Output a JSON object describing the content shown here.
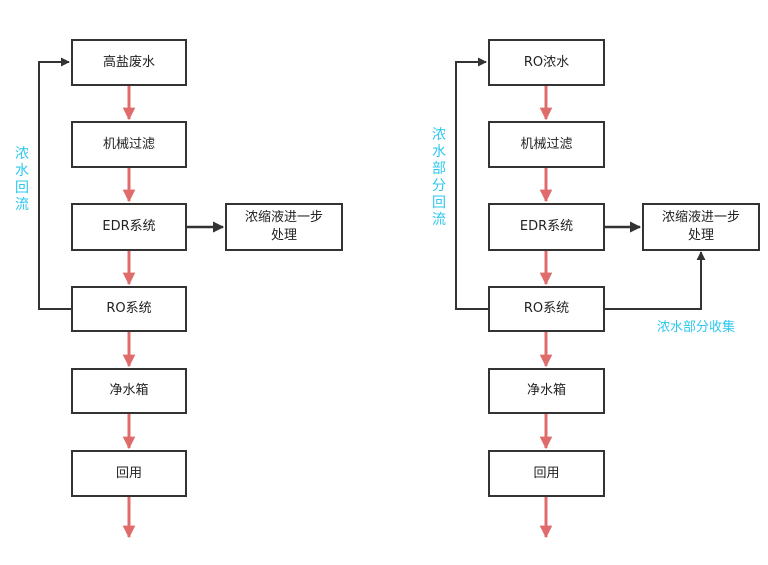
{
  "colors": {
    "flow_arrow": "#e06b6b",
    "line": "#333333",
    "annotation": "#2ec8ee"
  },
  "left": {
    "boxes": {
      "high_salt_water": "高盐废水",
      "mech_filter": "机械过滤",
      "edr": "EDR系统",
      "ro": "RO系统",
      "clean_tank": "净水箱",
      "reuse": "回用",
      "concentrate": "浓缩液进一步\n处理"
    },
    "recirc_label": "浓水回流"
  },
  "right": {
    "boxes": {
      "ro_concentrate": "RO浓水",
      "mech_filter": "机械过滤",
      "edr": "EDR系统",
      "ro": "RO系统",
      "clean_tank": "净水箱",
      "reuse": "回用",
      "concentrate": "浓缩液进一步\n处理"
    },
    "recirc_label": "浓水部分回流",
    "collect_label": "浓水部分收集"
  }
}
